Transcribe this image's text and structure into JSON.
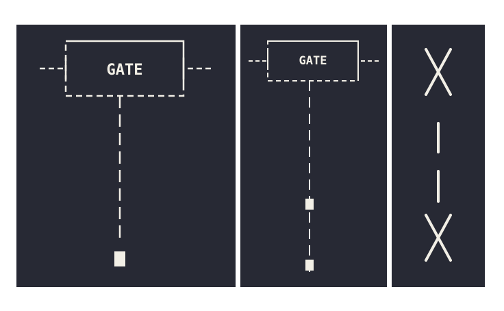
{
  "colors": {
    "page_background": "#ffffff",
    "panel_background": "#272934",
    "foreground": "#f2efe6"
  },
  "panels": [
    {
      "label": "GATE"
    },
    {
      "label": "GATE"
    },
    {
      "glyphs": [
        "X",
        "|",
        "|",
        "X"
      ]
    }
  ]
}
